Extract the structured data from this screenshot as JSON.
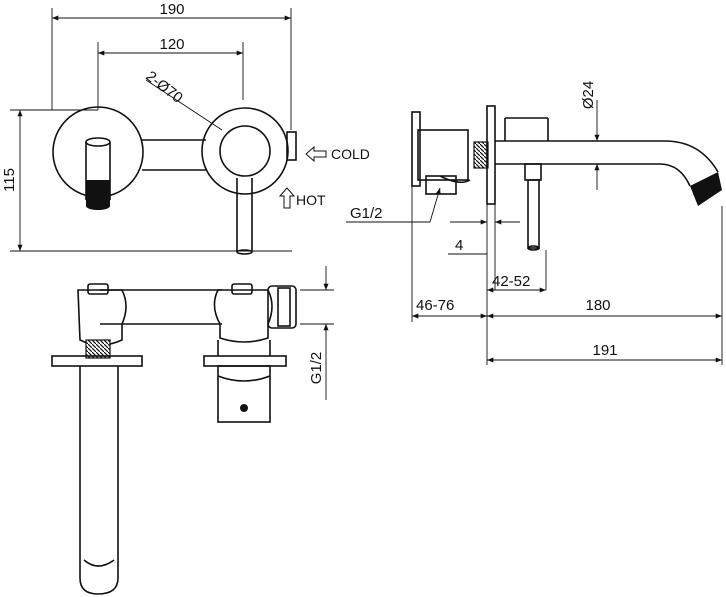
{
  "front_view": {
    "dim_overall_width": "190",
    "dim_centers": "120",
    "dim_height": "115",
    "dim_diameter": "2-Ø70",
    "label_cold": "COLD",
    "label_hot": "HOT"
  },
  "top_view": {
    "dim_thread": "G1/2"
  },
  "side_view": {
    "dim_spout_diameter": "Ø24",
    "dim_inlet_thread": "G1/2",
    "dim_four": "4",
    "dim_range_short": "42-52",
    "dim_range_long": "46-76",
    "dim_spout_length": "180",
    "dim_total_length": "191"
  },
  "colors": {
    "line": "#111111",
    "background": "#ffffff"
  }
}
